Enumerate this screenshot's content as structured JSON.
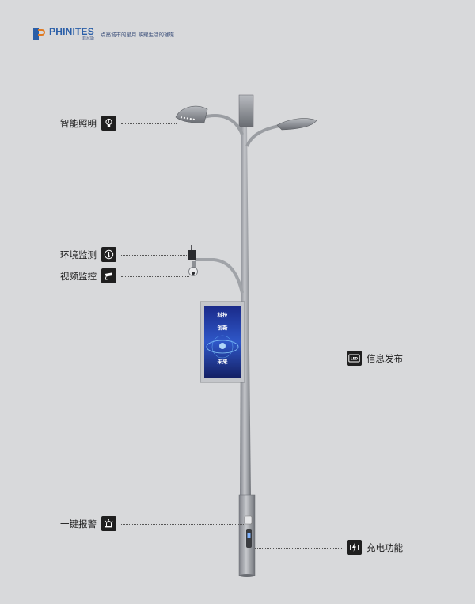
{
  "header": {
    "brand": "PHINITES",
    "brand_sub": "菲尼斯",
    "slogan": "点亮城市的星月 映耀生活的璀璨"
  },
  "screen": {
    "line1": "科技",
    "line2": "创新",
    "line3": "未来"
  },
  "features": [
    {
      "label": "智能照明",
      "icon": "bulb-icon"
    },
    {
      "label": "环境监测",
      "icon": "environment-sensor-icon"
    },
    {
      "label": "视频监控",
      "icon": "camera-icon"
    },
    {
      "label": "信息发布",
      "icon": "led-display-icon",
      "icon_text": "LED"
    },
    {
      "label": "一键报警",
      "icon": "alarm-icon"
    },
    {
      "label": "充电功能",
      "icon": "charging-icon"
    }
  ]
}
